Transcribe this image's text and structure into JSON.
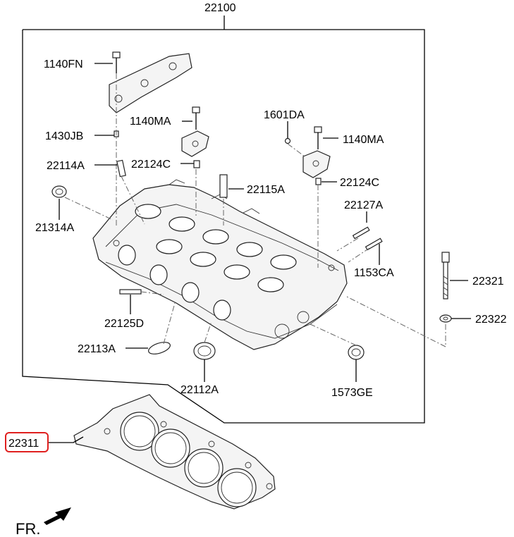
{
  "labels": {
    "assembly": "22100",
    "bolt_1140fn": "1140FN",
    "bolt_1140ma_left": "1140MA",
    "plug_1430jb": "1430JB",
    "pin_22114a": "22114A",
    "seal_21314a": "21314A",
    "cap_22124c_left": "22124C",
    "guide_22115a": "22115A",
    "ball_1601da": "1601DA",
    "bolt_1140ma_right": "1140MA",
    "cap_22124c_right": "22124C",
    "stud_22127a": "22127A",
    "stud_1153ca": "1153CA",
    "bolt_22321": "22321",
    "washer_22322": "22322",
    "stud_22125d": "22125D",
    "ring_22113a": "22113A",
    "seal_22112a": "22112A",
    "plug_1573ge": "1573GE",
    "gasket_22311": "22311",
    "front": "FR."
  },
  "colors": {
    "highlight": "#e0201f",
    "line": "#000000"
  },
  "icons": {
    "front_arrow": "arrow-icon"
  }
}
